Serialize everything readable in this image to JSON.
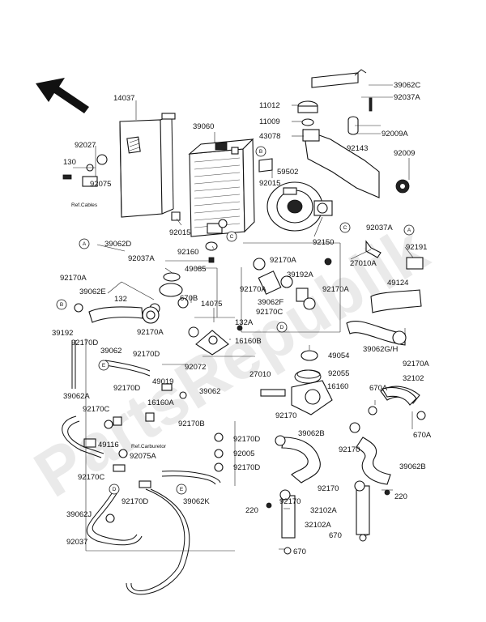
{
  "watermark": "PartsRepublik",
  "labels": {
    "p14037": "14037",
    "p39060": "39060",
    "p11012": "11012",
    "p11009": "11009",
    "p43078": "43078",
    "p39062C": "39062C",
    "p92037A_top": "92037A",
    "p92009A": "92009A",
    "p92143": "92143",
    "p92009": "92009",
    "p92027": "92027",
    "p130": "130",
    "p92075": "92075",
    "ref_cables": "Ref.Cables",
    "p59502": "59502",
    "p92015_a": "92015",
    "p92015_b": "92015",
    "p92037A_mid": "92037A",
    "p92150": "92150",
    "p92191": "92191",
    "p27010A": "27010A",
    "p39062D": "39062D",
    "p92160": "92160",
    "p92037A_left": "92037A",
    "p49085": "49085",
    "p92170A_1": "92170A",
    "p39192A": "39192A",
    "p92170A_2": "92170A",
    "p39062E": "39062E",
    "p132": "132",
    "p670B": "670B",
    "p14075": "14075",
    "p92170A_3": "92170A",
    "p132A": "132A",
    "p92170A_4": "92170A",
    "p49124": "49124",
    "p39062F": "39062F",
    "p92170C_top": "92170C",
    "p92170A_5": "92170A",
    "p16160B": "16160B",
    "p39062GH": "39062G/H",
    "p92170A_6": "92170A",
    "p39192": "39192",
    "p92170D_1": "92170D",
    "p39062_a": "39062",
    "p92170D_2": "92170D",
    "p92072": "92072",
    "p49054": "49054",
    "p92055": "92055",
    "p27010": "27010",
    "p16160": "16160",
    "p32102": "32102",
    "p670A_1": "670A",
    "p39062A": "39062A",
    "p92170D_3": "92170D",
    "p49019": "49019",
    "p16160A": "16160A",
    "p39062_b": "39062",
    "p92170C_1": "92170C",
    "p92170B": "92170B",
    "p92170_1": "92170",
    "p670A_2": "670A",
    "p49116": "49116",
    "ref_carburetor": "Ref.Carburetor",
    "p92075A": "92075A",
    "p92170D_4": "92170D",
    "p39062B_1": "39062B",
    "p92005": "92005",
    "p92170_2": "92170",
    "p92170C_2": "92170C",
    "p92170D_5": "92170D",
    "p39062B_2": "39062B",
    "p92170D_6": "92170D",
    "p39062K": "39062K",
    "p92170_3": "92170",
    "p220_right": "220",
    "p39062J": "39062J",
    "p220_left": "220",
    "p32102A_1": "32102A",
    "p92170_4": "92170",
    "p32102A_2": "32102A",
    "p92037": "92037",
    "p670_1": "670",
    "p670_2": "670"
  },
  "callouts": {
    "A": "A",
    "B": "B",
    "C": "C",
    "D": "D",
    "E": "E"
  }
}
